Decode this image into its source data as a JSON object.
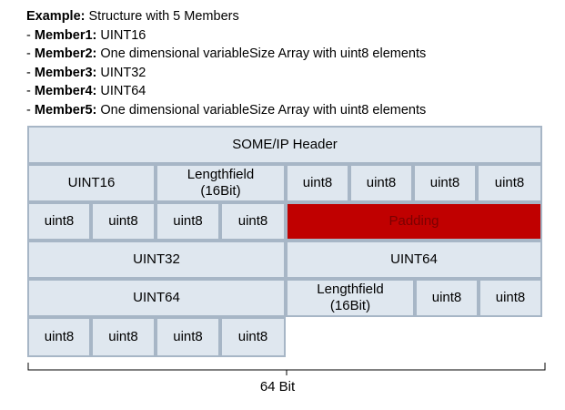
{
  "description": {
    "title_label": "Example:",
    "title_text": "Structure with 5 Members",
    "members": [
      {
        "prefix": "- ",
        "label": "Member1:",
        "text": "UINT16"
      },
      {
        "prefix": "- ",
        "label": "Member2:",
        "text": "One dimensional variableSize Array with uint8 elements"
      },
      {
        "prefix": "- ",
        "label": "Member3:",
        "text": "UINT32"
      },
      {
        "prefix": "- ",
        "label": "Member4:",
        "text": "UINT64"
      },
      {
        "prefix": "- ",
        "label": "Member5:",
        "text": "One dimensional variableSize Array with uint8 elements"
      }
    ]
  },
  "layout": {
    "header": "SOME/IP Header",
    "row2": {
      "uint16": "UINT16",
      "length_line1": "Lengthfield",
      "length_line2": "(16Bit)",
      "bytes": [
        "uint8",
        "uint8",
        "uint8",
        "uint8"
      ]
    },
    "row3": {
      "bytes": [
        "uint8",
        "uint8",
        "uint8",
        "uint8"
      ],
      "padding": "Padding"
    },
    "row4": {
      "uint32": "UINT32",
      "uint64": "UINT64"
    },
    "row5": {
      "uint64": "UINT64",
      "length_line1": "Lengthfield",
      "length_line2": "(16Bit)",
      "bytes": [
        "uint8",
        "uint8"
      ]
    },
    "row6": {
      "bytes": [
        "uint8",
        "uint8",
        "uint8",
        "uint8"
      ]
    },
    "width_label": "64 Bit"
  },
  "colors": {
    "cell_fill": "#dfe7ef",
    "cell_border": "#a7b6c6",
    "padding_fill": "#c00000"
  }
}
